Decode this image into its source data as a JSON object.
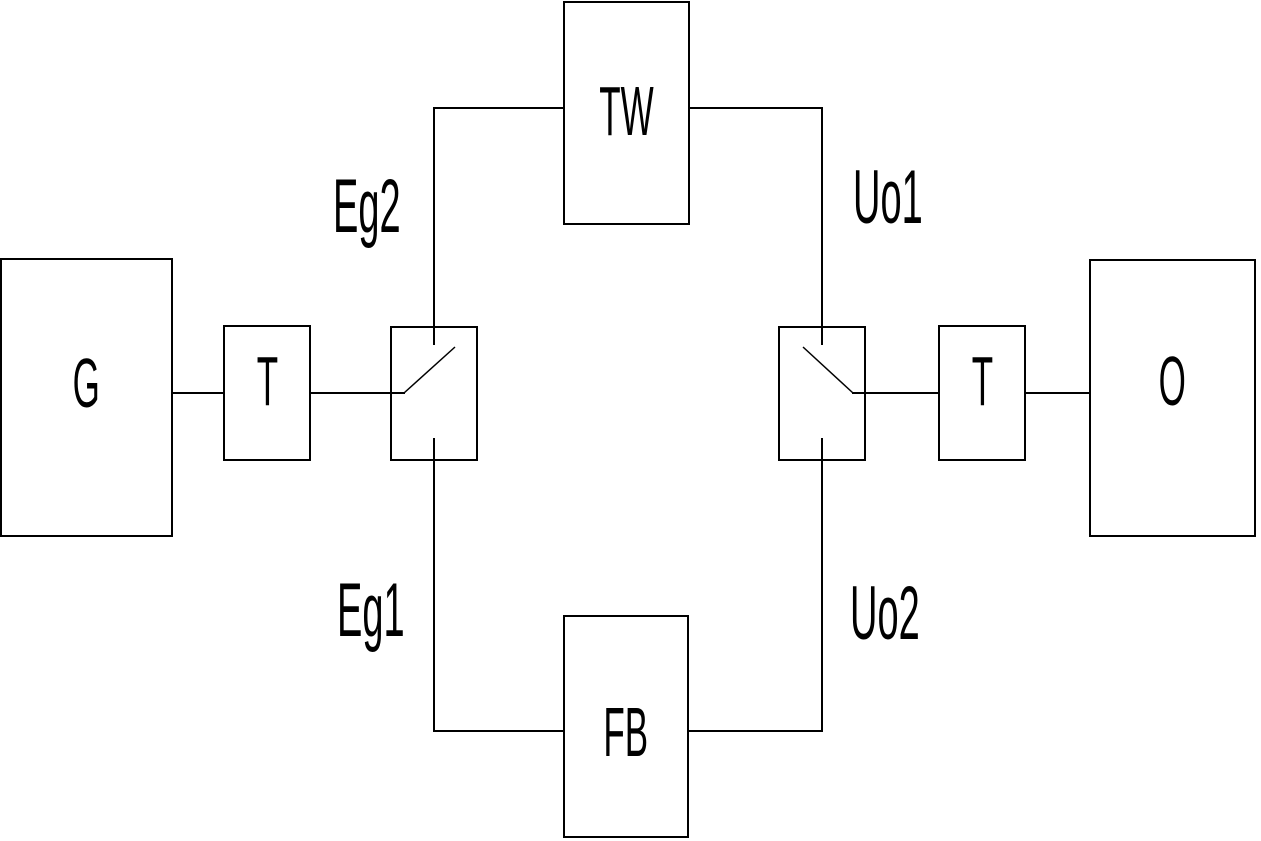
{
  "diagram": {
    "blocks": {
      "g": {
        "label": "G"
      },
      "t_left": {
        "label": "T"
      },
      "tw": {
        "label": "TW"
      },
      "fb": {
        "label": "FB"
      },
      "t_right": {
        "label": "T"
      },
      "o": {
        "label": "O"
      }
    },
    "wire_labels": {
      "eg2": {
        "label": "Eg2"
      },
      "uo1": {
        "label": "Uo1"
      },
      "eg1": {
        "label": "Eg1"
      },
      "uo2": {
        "label": "Uo2"
      }
    },
    "colors": {
      "line": "#000000",
      "background": "#ffffff"
    }
  }
}
